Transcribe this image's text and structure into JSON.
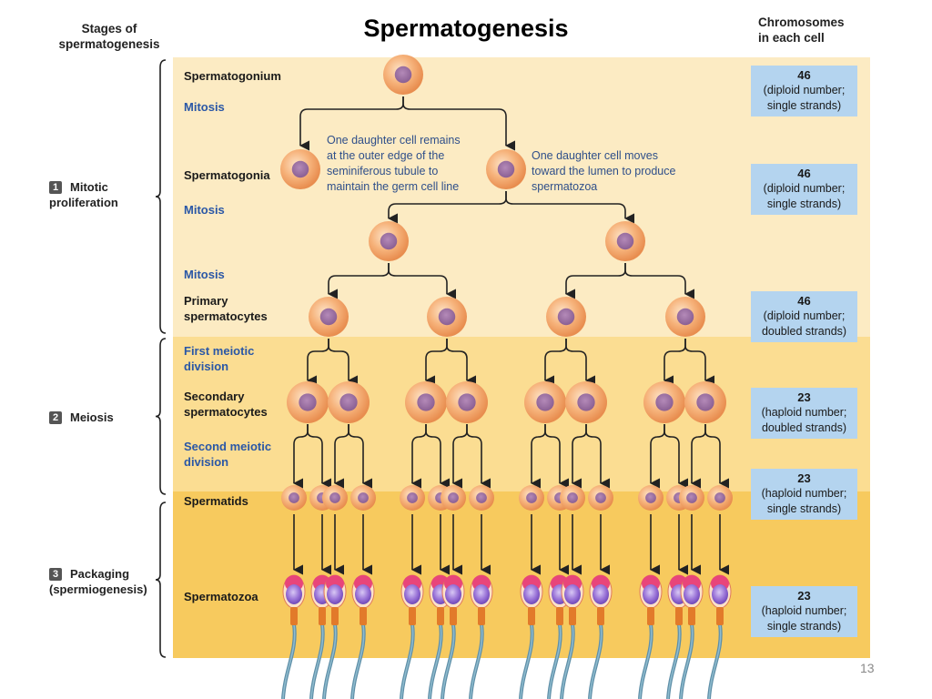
{
  "title": "Spermatogenesis",
  "headers": {
    "stages": [
      "Stages of",
      "spermatogenesis"
    ],
    "chromosomes": [
      "Chromosomes",
      "in each cell"
    ]
  },
  "stages": [
    {
      "number": "1",
      "label": [
        "Mitotic",
        "proliferation"
      ]
    },
    {
      "number": "2",
      "label": [
        "Meiosis"
      ]
    },
    {
      "number": "3",
      "label": [
        "Packaging",
        "(spermiogenesis)"
      ]
    }
  ],
  "row_labels": {
    "spermatogonium": "Spermatogonium",
    "mitosis_1": "Mitosis",
    "spermatogonia": "Spermatogonia",
    "mitosis_2": "Mitosis",
    "mitosis_3": "Mitosis",
    "primary": [
      "Primary",
      "spermatocytes"
    ],
    "first_meiotic": [
      "First meiotic",
      "division"
    ],
    "secondary": [
      "Secondary",
      "spermatocytes"
    ],
    "second_meiotic": [
      "Second meiotic",
      "division"
    ],
    "spermatids": "Spermatids",
    "spermatozoa": "Spermatozoa"
  },
  "notes": {
    "left": [
      "One daughter cell remains",
      "at the outer edge of the",
      "seminiferous tubule to",
      "maintain the germ cell line"
    ],
    "right": [
      "One daughter cell moves",
      "toward the lumen to produce",
      "spermatozoa"
    ]
  },
  "chromosome_boxes": [
    {
      "count": "46",
      "line1": "(diploid number;",
      "line2": "single strands)"
    },
    {
      "count": "46",
      "line1": "(diploid number;",
      "line2": "single strands)"
    },
    {
      "count": "46",
      "line1": "(diploid number;",
      "line2": "doubled strands)"
    },
    {
      "count": "23",
      "line1": "(haploid number;",
      "line2": "doubled strands)"
    },
    {
      "count": "23",
      "line1": "(haploid number;",
      "line2": "single strands)"
    },
    {
      "count": "23",
      "line1": "(haploid number;",
      "line2": "single strands)"
    }
  ],
  "cell_counts": {
    "spermatogonium": 1,
    "spermatogonia": 2,
    "after_mitosis": 2,
    "primary_spermatocytes": 4,
    "secondary_spermatocytes": 8,
    "spermatids": 16,
    "spermatozoa": 16
  },
  "colors": {
    "band_proliferation": "#fcebc3",
    "band_meiosis": "#fbdd92",
    "band_packaging": "#f7ca5e",
    "chromosome_box": "#b4d4ef",
    "blue_label": "#2a57a6",
    "cell_body": "#f4a868",
    "nucleus": "#9a6a9e"
  },
  "page_number": "13"
}
